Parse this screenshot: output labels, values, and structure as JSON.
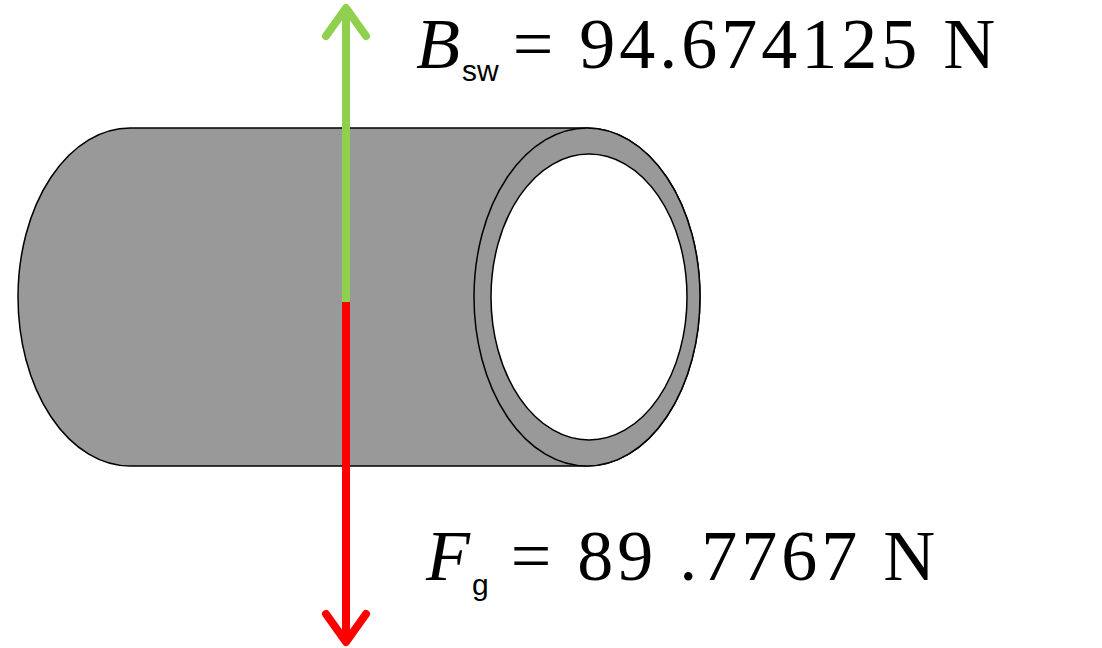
{
  "diagram": {
    "labels": [
      "B",
      "sw",
      "= 94.674125 N",
      "F",
      "g",
      "= 89 .7767 N"
    ]
  }
}
